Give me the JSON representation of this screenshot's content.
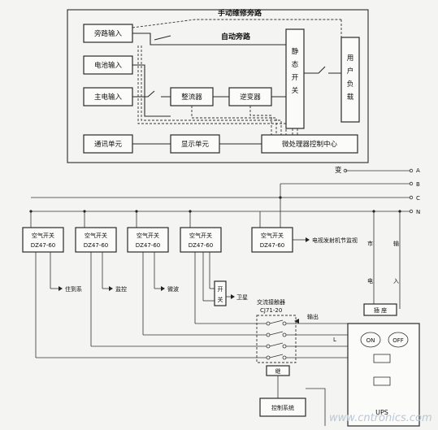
{
  "top": {
    "bypass_input": "旁路输入",
    "battery_input": "电池输入",
    "main_input": "主电输入",
    "manual_bypass": "手动维修旁路",
    "auto_bypass": "自动旁路",
    "rectifier": "整流器",
    "inverter": "逆变器",
    "static_switch": [
      "静",
      "态",
      "开",
      "关"
    ],
    "user_load": [
      "用",
      "户",
      "负",
      "载"
    ],
    "comm_unit": "通讯单元",
    "display_unit": "显示单元",
    "mcu_center": "微处理器控制中心"
  },
  "bottom": {
    "transformer": "变",
    "phases": [
      "A",
      "B",
      "C",
      "N"
    ],
    "breaker_title": "空气开关",
    "breaker_model": "DZ47-60",
    "monitor_label": "电视发射机节监视",
    "load_labels": [
      "住到系",
      "监控",
      "微波"
    ],
    "switch_box": [
      "开",
      "关"
    ],
    "satellite": "卫星",
    "contactor_title": "交流接触器",
    "contactor_model": "CJ71-20",
    "output_label": "输出",
    "mains_label": [
      "市",
      "电"
    ],
    "input_label": [
      "输",
      "入"
    ],
    "socket_label": "插 座",
    "L_label": "L",
    "relay_label": "继",
    "on_label": "ON",
    "off_label": "OFF",
    "ups_label": "UPS",
    "bottom_box": "控制系统",
    "watermark": "www.cntronics.com"
  }
}
